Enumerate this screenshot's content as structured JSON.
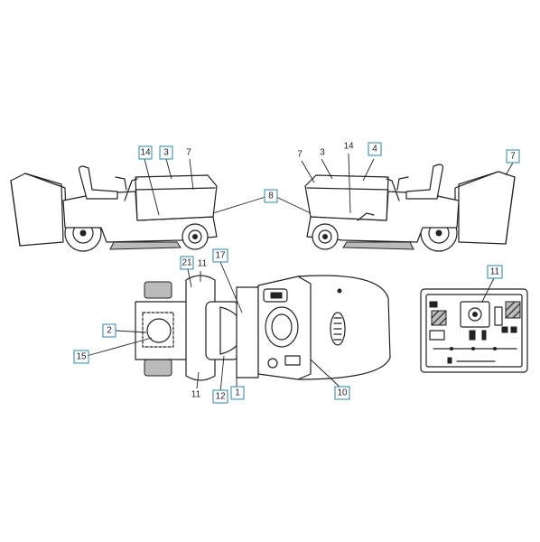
{
  "callouts": {
    "c14a": "14",
    "c3a": "3",
    "c7a": "7",
    "c8": "8",
    "c7b": "7",
    "c3b": "3",
    "c14b": "14",
    "c4": "4",
    "c7c": "7",
    "c21": "21",
    "c11a": "11",
    "c17": "17",
    "c2": "2",
    "c15": "15",
    "c11b": "11",
    "c12": "12",
    "c1": "1",
    "c10": "10",
    "c11c": "11"
  },
  "colors": {
    "callout_border": "#3a8fb0",
    "line": "#222222"
  }
}
